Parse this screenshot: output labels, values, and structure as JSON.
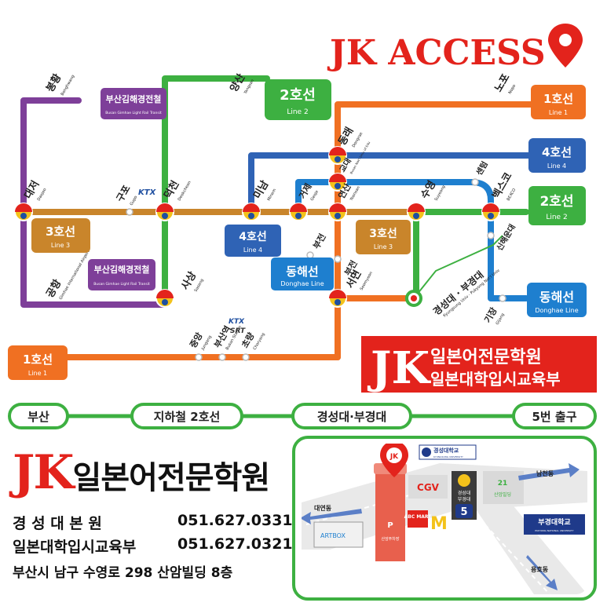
{
  "header": {
    "title": "JK ACCESS"
  },
  "lines": [
    {
      "num": "1호선",
      "en": "Line 1",
      "color": "#f07022"
    },
    {
      "num": "2호선",
      "en": "Line 2",
      "color": "#3db041"
    },
    {
      "num": "3호선",
      "en": "Line 3",
      "color": "#c9852b"
    },
    {
      "num": "4호선",
      "en": "Line 4",
      "color": "#2f63b5"
    },
    {
      "num": "동해선",
      "en": "Donghae Line",
      "color": "#1e7fcf"
    },
    {
      "num": "부산김해경전철",
      "en": "Busan Gimhae Light Rail Transit",
      "color": "#7e3f99"
    }
  ],
  "stations": {
    "bongwhang": {
      "kr": "봉황",
      "en": "Bonghwang"
    },
    "daejeo": {
      "kr": "대저",
      "en": "Daejeo"
    },
    "gupo": {
      "kr": "구포",
      "en": "Gupo"
    },
    "deokcheon": {
      "kr": "덕천",
      "en": "Deokcheon"
    },
    "yangsan": {
      "kr": "양산",
      "en": "Yangsan"
    },
    "minam": {
      "kr": "미남",
      "en": "Minam"
    },
    "geoje": {
      "kr": "거제",
      "en": "Geoje"
    },
    "yeonsan": {
      "kr": "연산",
      "en": "Yeonsan"
    },
    "gyodae": {
      "kr": "교대",
      "en": "Busan Nat'l Univ of Edu"
    },
    "dongrae": {
      "kr": "동래",
      "en": "Dongrae"
    },
    "suyeong": {
      "kr": "수영",
      "en": "Suyeong"
    },
    "centum": {
      "kr": "센텀",
      "en": ""
    },
    "bexco": {
      "kr": "벡스코",
      "en": "BEXCO"
    },
    "nopo": {
      "kr": "노포",
      "en": "Nopo"
    },
    "sinhaeundae": {
      "kr": "신해운대",
      "en": ""
    },
    "gijang": {
      "kr": "기장",
      "en": "Gijang"
    },
    "bujeon_dh": {
      "kr": "부전",
      "en": ""
    },
    "bujeon": {
      "kr": "부전",
      "en": ""
    },
    "seomyeon": {
      "kr": "서면",
      "en": "Seomyeon"
    },
    "kyungsung": {
      "kr": "경성대 · 부경대",
      "en": "Kyungsung Univ · Pukyong Nat'l Univ"
    },
    "airport": {
      "kr": "공항",
      "en": "Gimhae International Airport"
    },
    "sasang": {
      "kr": "사상",
      "en": "Sasang"
    },
    "jungang": {
      "kr": "중앙",
      "en": "Jungang"
    },
    "busan_station": {
      "kr": "부산역",
      "en": "Busan Station"
    },
    "choryang": {
      "kr": "초량",
      "en": "Choryang"
    }
  },
  "badges": {
    "ktx": "KTX",
    "srt": "SRT"
  },
  "callout": {
    "jk": "JK",
    "line1": "일본어전문학원",
    "line2": "일본대학입시교육부"
  },
  "route_bar": [
    "부산",
    "지하철 2호선",
    "경성대·부경대",
    "5번 출구"
  ],
  "local_map": {
    "pin": "JK",
    "univ_kyungsung": "경성대학교",
    "univ_kyungsung_en": "KYUNGSUNG UNIVERSITY",
    "cgv": "CGV",
    "station_label_1": "경성대",
    "station_label_2": "부경대",
    "exit_no": "5",
    "building_no": "21",
    "building_name": "산암빌딩",
    "pukyong": "부경대학교",
    "pukyong_en": "PUKYONG NATIONAL UNIVERSITY",
    "namcheon": "남천동",
    "daeyeon": "대연동",
    "yongho": "용호동",
    "artbox": "ARTBOX",
    "abc": "ABC MART",
    "parking": "P",
    "parking_label": "산암주차장"
  },
  "footer": {
    "brand_jk": "JK",
    "brand_kr": "일본어전문학원",
    "contacts": [
      {
        "label": "경 성 대 본 원",
        "phone": "051.627.0331"
      },
      {
        "label": "일본대학입시교육부",
        "phone": "051.627.0321"
      }
    ],
    "address": "부산시 남구 수영로 298 산암빌딩 8층"
  },
  "colors": {
    "red": "#e3231c",
    "orange": "#f07022",
    "green": "#3db041",
    "purple": "#7e3f99",
    "blue": "#2f63b5",
    "lightblue": "#1e7fcf",
    "brown": "#c9852b"
  }
}
